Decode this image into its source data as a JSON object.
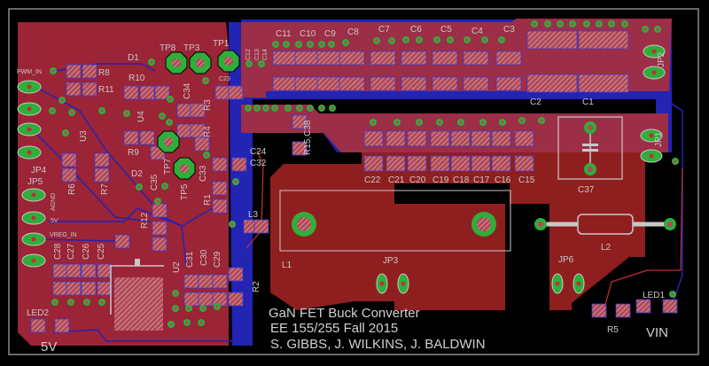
{
  "board": {
    "title_lines": [
      "GaN FET Buck Converter",
      "EE 155/255 Fall 2015",
      "S. GIBBS, J. WILKINS, J. BALDWIN"
    ],
    "power_labels": {
      "vin": "VIN",
      "five_v": "5V"
    },
    "colors": {
      "background": "#000000",
      "top_copper": "#9b2437",
      "bottom_copper": "#2323b4",
      "via": "#2fae3a",
      "silkscreen": "#c8c8c8",
      "outline": "#8a8a8a"
    }
  },
  "designators": {
    "C1": "C1",
    "C2": "C2",
    "C3": "C3",
    "C4": "C4",
    "C5": "C5",
    "C6": "C6",
    "C7": "C7",
    "C8": "C8",
    "C9": "C9",
    "C10": "C10",
    "C11": "C11",
    "C12": "C12",
    "C13": "C13",
    "C14": "C14",
    "C15": "C15",
    "C16": "C16",
    "C17": "C17",
    "C18": "C18",
    "C19": "C19",
    "C20": "C20",
    "C21": "C21",
    "C22": "C22",
    "C23": "C23",
    "C24": "C24",
    "C25": "C25",
    "C26": "C26",
    "C27": "C27",
    "C28": "C28",
    "C29": "C29",
    "C30": "C30",
    "C31": "C31",
    "C32": "C32",
    "C33": "C33",
    "C34": "C34",
    "C35": "C35",
    "C37": "C37",
    "R15C38": "R15,C38",
    "R1": "R1",
    "R2": "R2",
    "R3": "R3",
    "R4": "R4",
    "R5": "R5",
    "R6": "R6",
    "R7": "R7",
    "R8": "R8",
    "R9": "R9",
    "R10": "R10",
    "R11": "R11",
    "R12": "R12",
    "D1": "D1",
    "D2": "D2",
    "U2": "U2",
    "U3": "U3",
    "U4": "U4",
    "L1": "L1",
    "L2": "L2",
    "L3": "L3",
    "TP1": "TP1",
    "TP3": "TP3",
    "TP5": "TP5",
    "TP7": "TP7",
    "TP8": "TP8",
    "JP1": "JP1",
    "JP2": "JP2",
    "JP3": "JP3",
    "JP4": "JP4",
    "JP5": "JP5",
    "JP6": "JP6",
    "LED1": "LED1",
    "LED2": "LED2"
  },
  "net_labels": {
    "pwm_in": "PWM_IN",
    "vreg_in": "VREG_IN",
    "agnd": "AGND",
    "five_v": "5V"
  }
}
